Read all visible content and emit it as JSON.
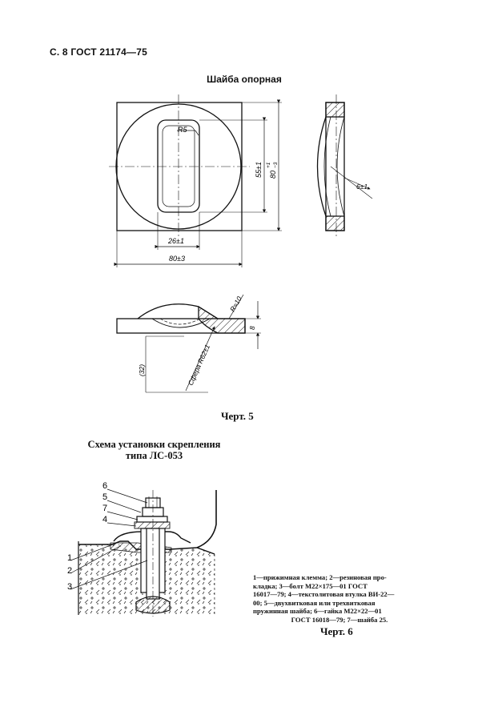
{
  "header": {
    "page_ref": "С. 8 ГОСТ 21174—75"
  },
  "figure5": {
    "title": "Шайба опорная",
    "caption": "Черт. 5",
    "dims": {
      "radius": "R5",
      "width_inner": "26±1",
      "width_outer": "80±3",
      "height_inner": "55±1",
      "height_outer_a": "80",
      "height_outer_b": "+1",
      "height_outer_c": "−3",
      "side": "6±1",
      "sphere_small": "R≈10",
      "thickness": "8",
      "depth": "(32)",
      "sphere_big": "Сфера R62±1"
    }
  },
  "figure6": {
    "title_line1": "Схема установки скрепления",
    "title_line2": "типа ЛС-053",
    "caption": "Черт. 6",
    "callouts": [
      "6",
      "5",
      "7",
      "4",
      "1",
      "2",
      "3"
    ],
    "legend_lines": [
      "1—прижимная клемма; 2—резиновая про-",
      "кладка; 3—болт М22×175—01 ГОСТ",
      "16017—79; 4—текстолитовая втулка ВИ-22—",
      "00; 5—двухвитковая или трехвитковая",
      "пружинная шайба; 6—гайка М22×22—01",
      "ГОСТ 16018—79; 7—шайба 25."
    ]
  }
}
